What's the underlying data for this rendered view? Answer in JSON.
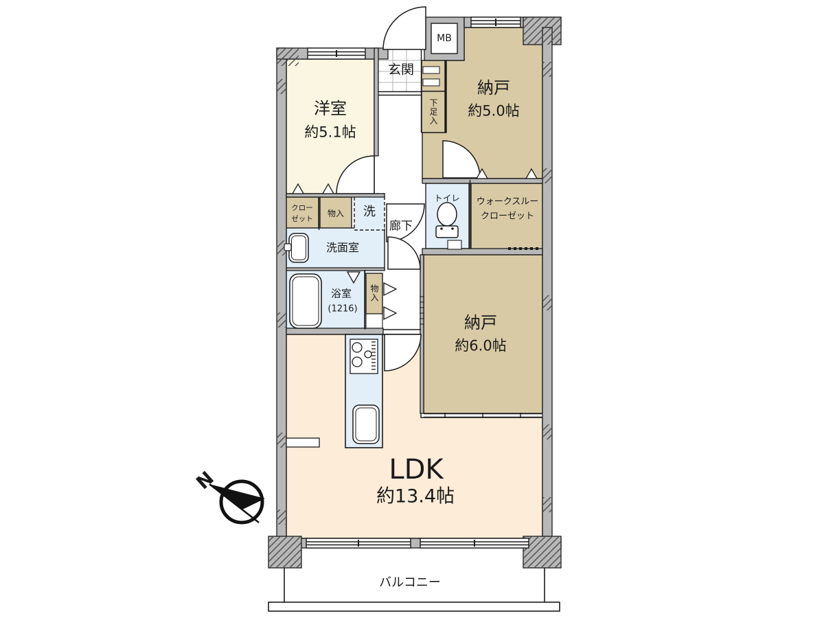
{
  "rooms": {
    "western_room": {
      "name": "洋室",
      "size": "約5.1帖"
    },
    "entrance": {
      "name": "玄関"
    },
    "meter_box": {
      "name": "MB"
    },
    "shoe_cabinet": {
      "name": "下足入"
    },
    "storage_room_5": {
      "name": "納戸",
      "size": "約5.0帖"
    },
    "hallway": {
      "name": "廊下"
    },
    "toilet": {
      "name": "トイレ"
    },
    "walkthrough_closet": {
      "line1": "ウォークスルー",
      "line2": "クローゼット"
    },
    "closet": {
      "line1": "クロー",
      "line2": "ゼット"
    },
    "storage_upper": {
      "name": "物入"
    },
    "washer": {
      "name": "洗"
    },
    "washroom": {
      "name": "洗面室"
    },
    "bathroom": {
      "name": "浴室",
      "size": "(1216)"
    },
    "storage_lower": {
      "name": "物入"
    },
    "storage_room_6": {
      "name": "納戸",
      "size": "約6.0帖"
    },
    "ldk": {
      "name": "LDK",
      "size": "約13.4帖"
    },
    "balcony": {
      "name": "バルコニー"
    }
  },
  "compass": {
    "north_label": "N"
  },
  "colors": {
    "wall": "#b8b8b8",
    "western_room_floor": "#faf6e2",
    "storage_floor": "#d8caa5",
    "water_area_floor": "#e2eff8",
    "ldk_floor": "#fcecd8",
    "outline": "#1a1a1a"
  }
}
